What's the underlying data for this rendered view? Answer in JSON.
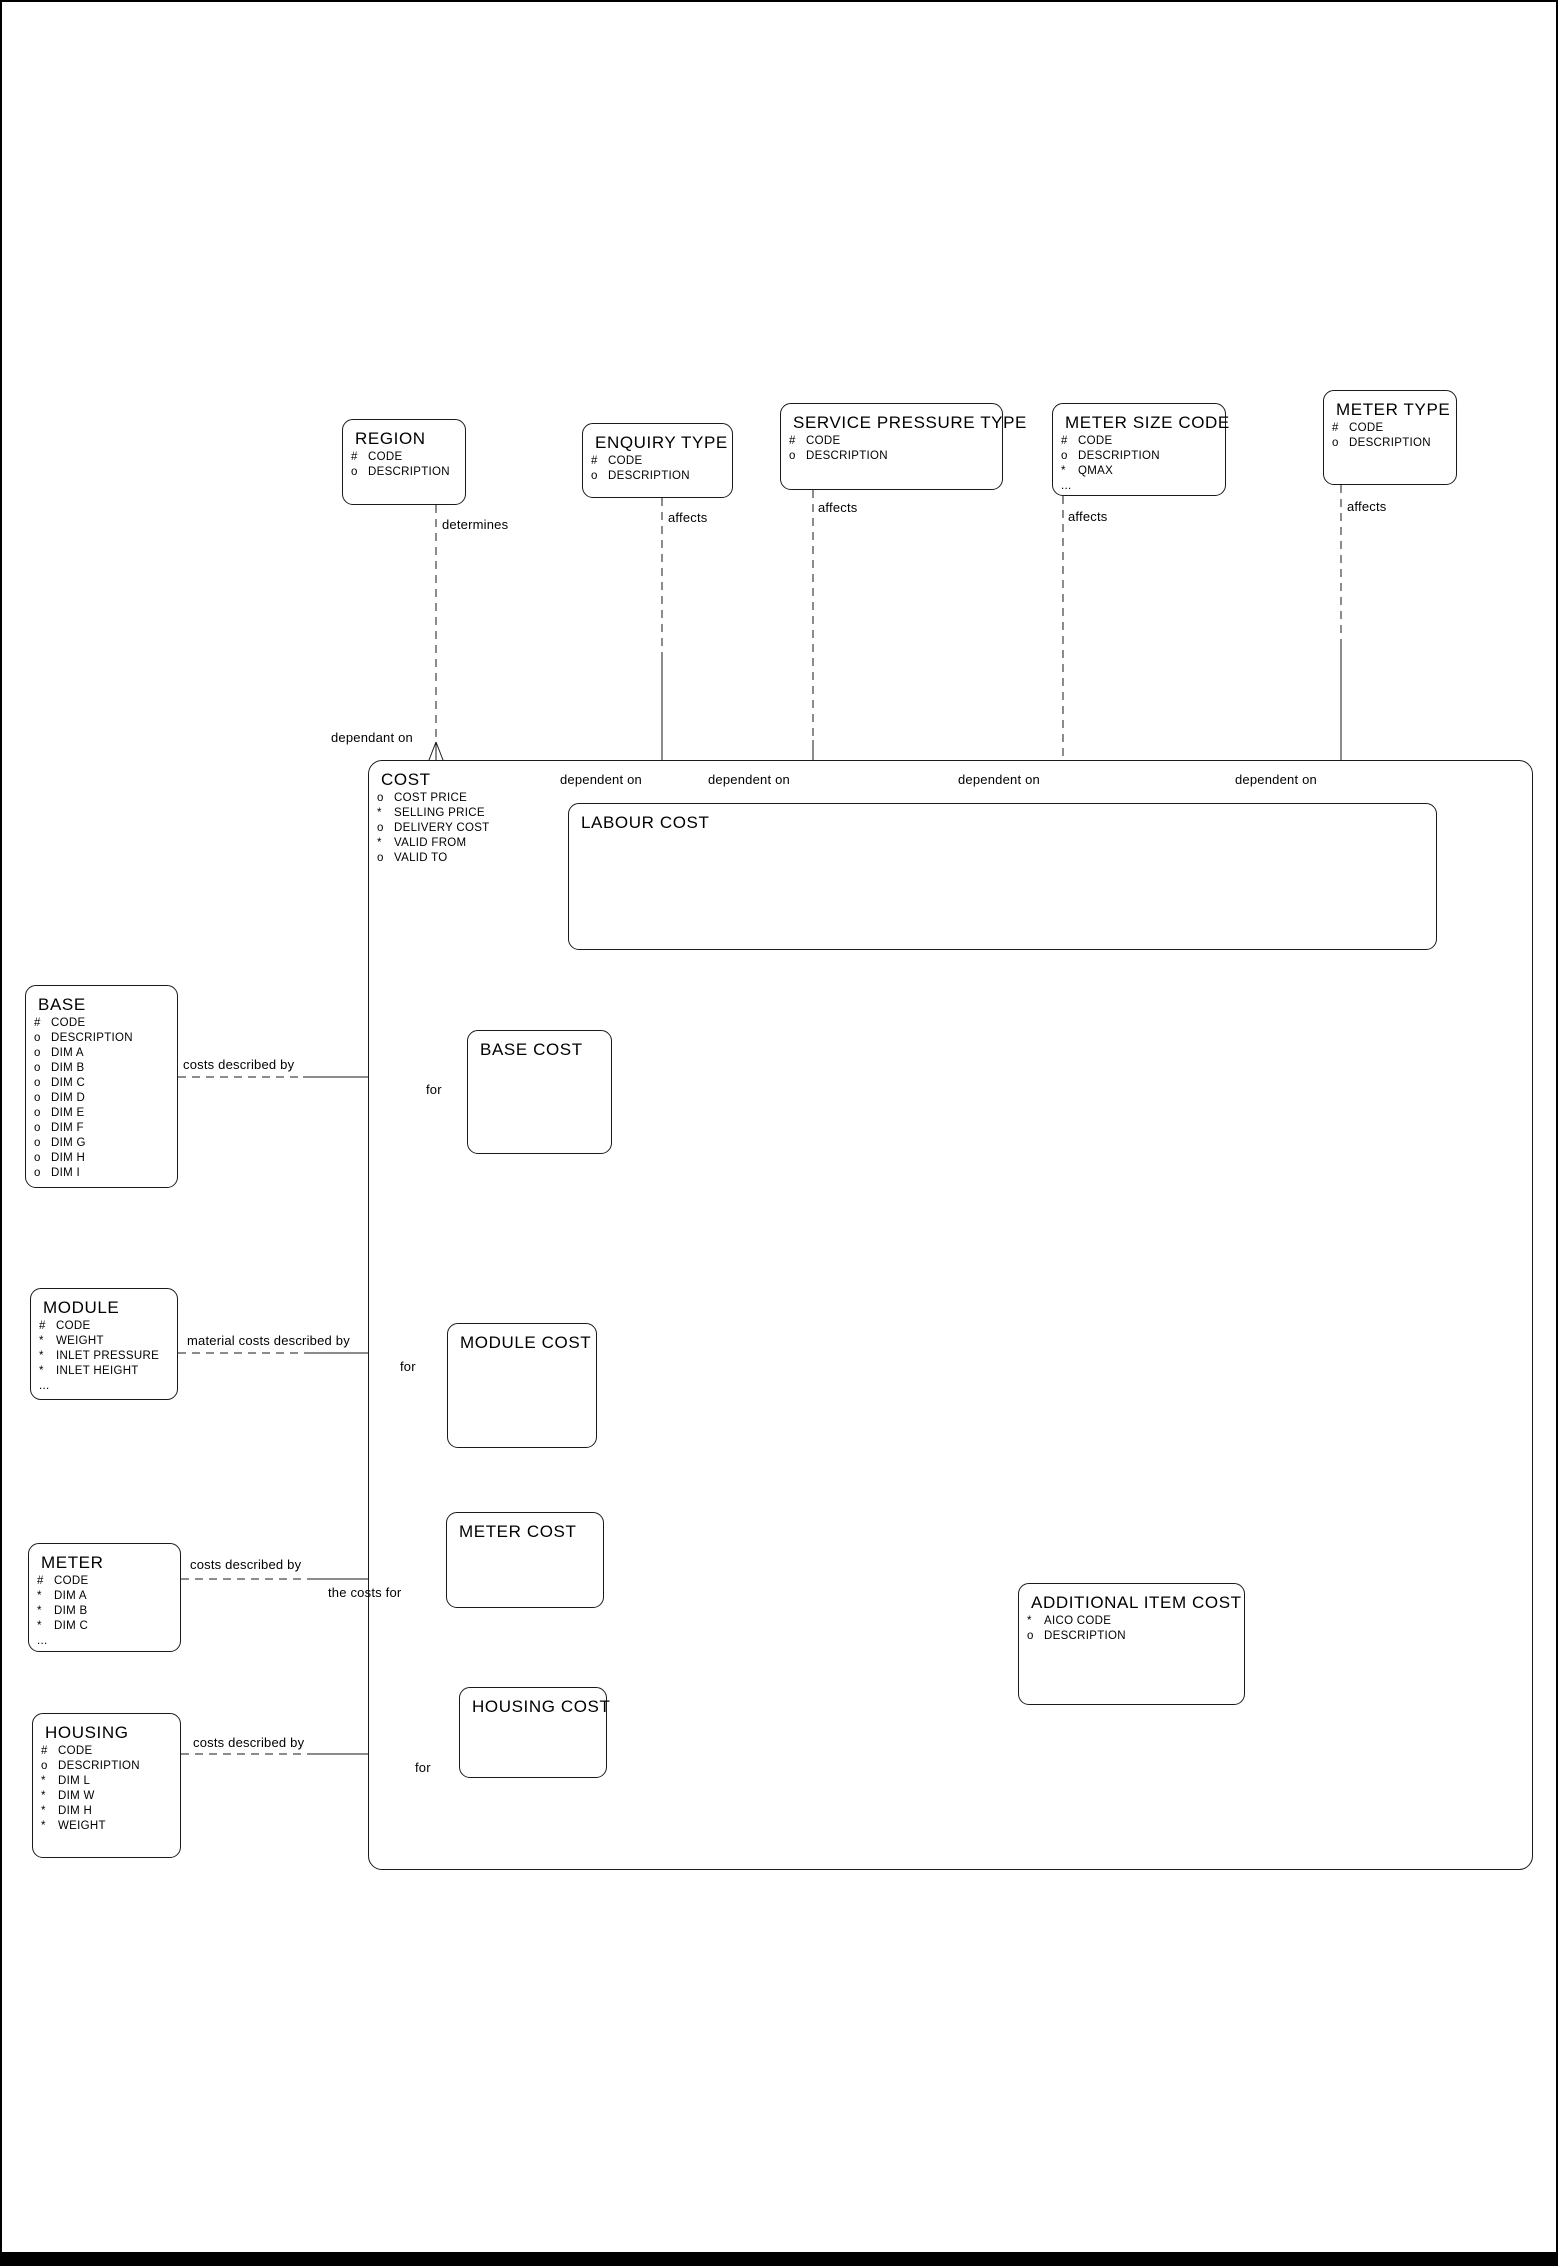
{
  "page": {
    "background": "#ffffff",
    "line_color": "#1a1a1a",
    "frame_color": "#000000"
  },
  "entities": {
    "region": {
      "title": "REGION",
      "attrs": [
        {
          "m": "#",
          "n": "CODE"
        },
        {
          "m": "o",
          "n": "DESCRIPTION"
        }
      ]
    },
    "enquiry_type": {
      "title": "ENQUIRY TYPE",
      "attrs": [
        {
          "m": "#",
          "n": "CODE"
        },
        {
          "m": "o",
          "n": "DESCRIPTION"
        }
      ]
    },
    "service_pressure_type": {
      "title": "SERVICE PRESSURE TYPE",
      "attrs": [
        {
          "m": "#",
          "n": "CODE"
        },
        {
          "m": "o",
          "n": "DESCRIPTION"
        }
      ]
    },
    "meter_size_code": {
      "title": "METER SIZE CODE",
      "attrs": [
        {
          "m": "#",
          "n": "CODE"
        },
        {
          "m": "o",
          "n": "DESCRIPTION"
        },
        {
          "m": "*",
          "n": "QMAX"
        },
        {
          "m": "...",
          "n": ""
        }
      ]
    },
    "meter_type": {
      "title": "METER TYPE",
      "attrs": [
        {
          "m": "#",
          "n": "CODE"
        },
        {
          "m": "o",
          "n": "DESCRIPTION"
        }
      ]
    },
    "cost": {
      "title": "COST",
      "attrs": [
        {
          "m": "o",
          "n": "COST PRICE"
        },
        {
          "m": "*",
          "n": "SELLING PRICE"
        },
        {
          "m": "o",
          "n": "DELIVERY COST"
        },
        {
          "m": "*",
          "n": "VALID FROM"
        },
        {
          "m": "o",
          "n": "VALID TO"
        }
      ]
    },
    "labour_cost": {
      "title": "LABOUR COST"
    },
    "base": {
      "title": "BASE",
      "attrs": [
        {
          "m": "#",
          "n": "CODE"
        },
        {
          "m": "o",
          "n": "DESCRIPTION"
        },
        {
          "m": "o",
          "n": "DIM A"
        },
        {
          "m": "o",
          "n": "DIM B"
        },
        {
          "m": "o",
          "n": "DIM C"
        },
        {
          "m": "o",
          "n": "DIM D"
        },
        {
          "m": "o",
          "n": "DIM E"
        },
        {
          "m": "o",
          "n": "DIM F"
        },
        {
          "m": "o",
          "n": "DIM G"
        },
        {
          "m": "o",
          "n": "DIM H"
        },
        {
          "m": "o",
          "n": "DIM I"
        }
      ]
    },
    "base_cost": {
      "title": "BASE COST"
    },
    "module": {
      "title": "MODULE",
      "attrs": [
        {
          "m": "#",
          "n": "CODE"
        },
        {
          "m": "*",
          "n": "WEIGHT"
        },
        {
          "m": "*",
          "n": "INLET PRESSURE"
        },
        {
          "m": "*",
          "n": "INLET HEIGHT"
        },
        {
          "m": "...",
          "n": ""
        }
      ]
    },
    "module_cost": {
      "title": "MODULE COST"
    },
    "meter": {
      "title": "METER",
      "attrs": [
        {
          "m": "#",
          "n": "CODE"
        },
        {
          "m": "*",
          "n": "DIM A"
        },
        {
          "m": "*",
          "n": "DIM B"
        },
        {
          "m": "*",
          "n": "DIM C"
        },
        {
          "m": "...",
          "n": ""
        }
      ]
    },
    "meter_cost": {
      "title": "METER COST"
    },
    "housing": {
      "title": "HOUSING",
      "attrs": [
        {
          "m": "#",
          "n": "CODE"
        },
        {
          "m": "o",
          "n": "DESCRIPTION"
        },
        {
          "m": "*",
          "n": "DIM L"
        },
        {
          "m": "*",
          "n": "DIM W"
        },
        {
          "m": "*",
          "n": "DIM H"
        },
        {
          "m": "*",
          "n": "WEIGHT"
        }
      ]
    },
    "housing_cost": {
      "title": "HOUSING COST"
    },
    "additional_item_cost": {
      "title": "ADDITIONAL ITEM COST",
      "attrs": [
        {
          "m": "*",
          "n": "AICO CODE"
        },
        {
          "m": "o",
          "n": "DESCRIPTION"
        }
      ]
    }
  },
  "labels": {
    "determines": "determines",
    "dependant_on": "dependant on",
    "affects": "affects",
    "dependent_on": "dependent on",
    "costs_described_by": "costs described by",
    "material_costs_described_by": "material costs described by",
    "for": "for",
    "the_costs_for": "the costs for"
  }
}
